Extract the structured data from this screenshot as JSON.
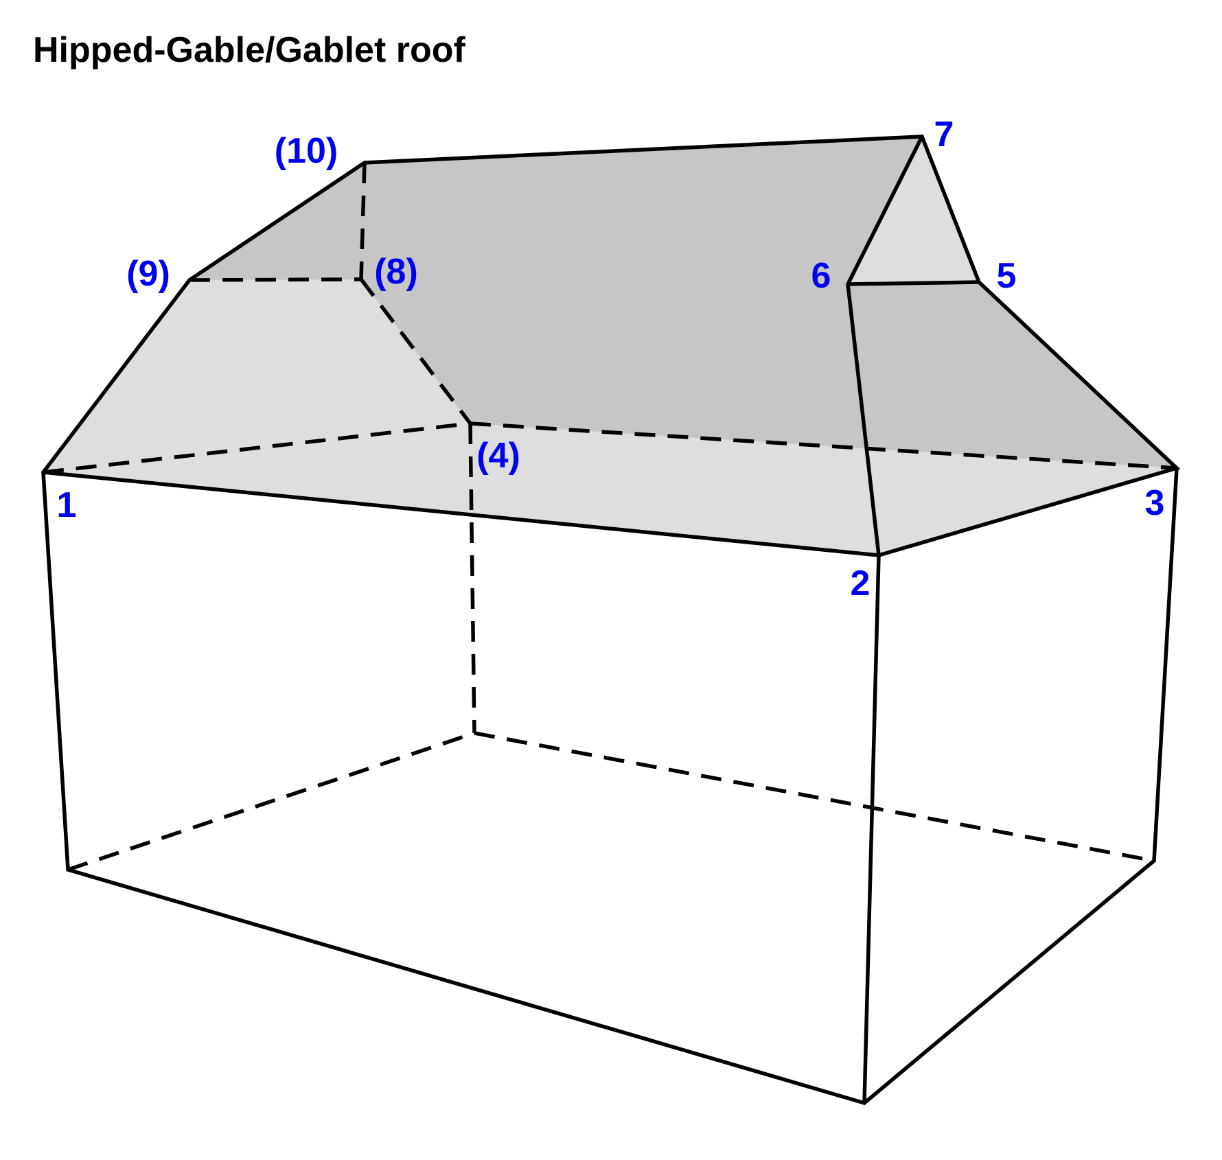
{
  "title": "Hipped-Gable/Gablet roof",
  "vertex_labels": {
    "v1": "1",
    "v2": "2",
    "v3": "3",
    "v4": "(4)",
    "v5": "5",
    "v6": "6",
    "v7": "7",
    "v8": "(8)",
    "v9": "(9)",
    "v10": "(10)"
  },
  "colors": {
    "label": "#0000ee",
    "roof_dark": "#c6c6c6",
    "roof_light": "#dedede",
    "line": "#000000"
  }
}
